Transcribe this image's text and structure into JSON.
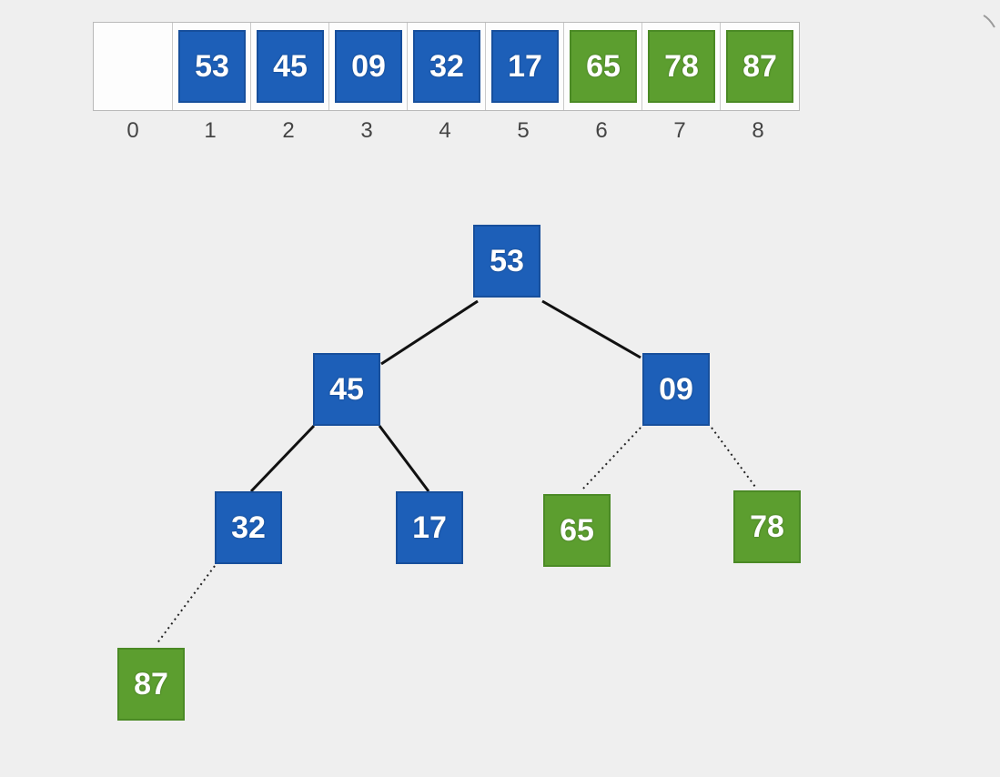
{
  "colors": {
    "unsorted": "#1d5fb8",
    "sorted": "#5c9e2f",
    "background": "#efefef"
  },
  "array": {
    "cells": [
      {
        "index": "0",
        "value": "",
        "state": "empty"
      },
      {
        "index": "1",
        "value": "53",
        "state": "unsorted"
      },
      {
        "index": "2",
        "value": "45",
        "state": "unsorted"
      },
      {
        "index": "3",
        "value": "09",
        "state": "unsorted"
      },
      {
        "index": "4",
        "value": "32",
        "state": "unsorted"
      },
      {
        "index": "5",
        "value": "17",
        "state": "unsorted"
      },
      {
        "index": "6",
        "value": "65",
        "state": "sorted"
      },
      {
        "index": "7",
        "value": "78",
        "state": "sorted"
      },
      {
        "index": "8",
        "value": "87",
        "state": "sorted"
      }
    ]
  },
  "tree": {
    "nodes": [
      {
        "id": "n1",
        "value": "53",
        "state": "unsorted"
      },
      {
        "id": "n2",
        "value": "45",
        "state": "unsorted"
      },
      {
        "id": "n3",
        "value": "09",
        "state": "unsorted"
      },
      {
        "id": "n4",
        "value": "32",
        "state": "unsorted"
      },
      {
        "id": "n5",
        "value": "17",
        "state": "unsorted"
      },
      {
        "id": "n6",
        "value": "65",
        "state": "sorted"
      },
      {
        "id": "n7",
        "value": "78",
        "state": "sorted"
      },
      {
        "id": "n8",
        "value": "87",
        "state": "sorted"
      }
    ],
    "edges": [
      {
        "from": "n1",
        "to": "n2",
        "style": "solid"
      },
      {
        "from": "n1",
        "to": "n3",
        "style": "solid"
      },
      {
        "from": "n2",
        "to": "n4",
        "style": "solid"
      },
      {
        "from": "n2",
        "to": "n5",
        "style": "solid"
      },
      {
        "from": "n3",
        "to": "n6",
        "style": "dotted"
      },
      {
        "from": "n3",
        "to": "n7",
        "style": "dotted"
      },
      {
        "from": "n4",
        "to": "n8",
        "style": "dotted"
      }
    ]
  }
}
